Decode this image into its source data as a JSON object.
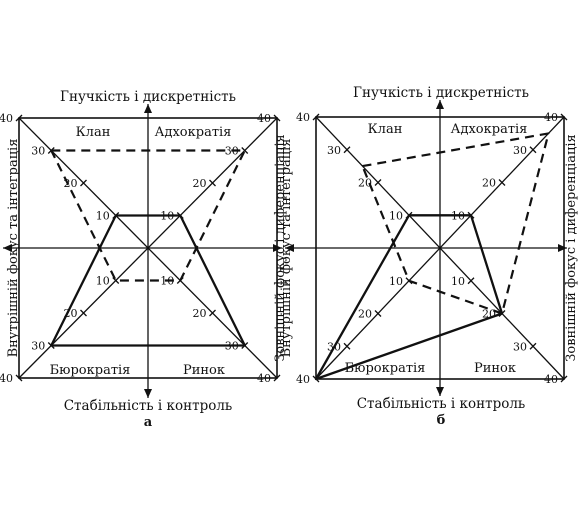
{
  "panels": [
    {
      "top_label": "Гнучкість і дискретність",
      "bottom_label": "Стабільність і контроль",
      "left_label": "Внутрішній фокус та інтеграція",
      "right_label": "Зовнішній фокус і диференціація",
      "caption": "а",
      "quadrants": {
        "tl": "Клан",
        "tr": "Адхократія",
        "bl": "Бюрократія",
        "br": "Ринок"
      },
      "ticks": [
        "10",
        "20",
        "30",
        "40"
      ],
      "solid_profile": {
        "clan": 10,
        "adhocracy": 10,
        "market": 30,
        "hierarchy": 30
      },
      "dashed_profile": {
        "clan": 30,
        "adhocracy": 30,
        "market": 10,
        "hierarchy": 10
      }
    },
    {
      "top_label": "Гнучкість і дискретність",
      "bottom_label": "Стабільність і контроль",
      "left_label": "Внутрішній фокус та інтеграція",
      "right_label": "Зовнішній фокус і диференціація",
      "caption": "б",
      "quadrants": {
        "tl": "Клан",
        "tr": "Адхократія",
        "bl": "Бюрократія",
        "br": "Ринок"
      },
      "ticks": [
        "10",
        "20",
        "30",
        "40"
      ],
      "solid_profile": {
        "clan": 10,
        "adhocracy": 10,
        "market": 20,
        "hierarchy": 40
      },
      "dashed_profile": {
        "clan": 25,
        "adhocracy": 35,
        "market": 20,
        "hierarchy": 10
      }
    }
  ]
}
